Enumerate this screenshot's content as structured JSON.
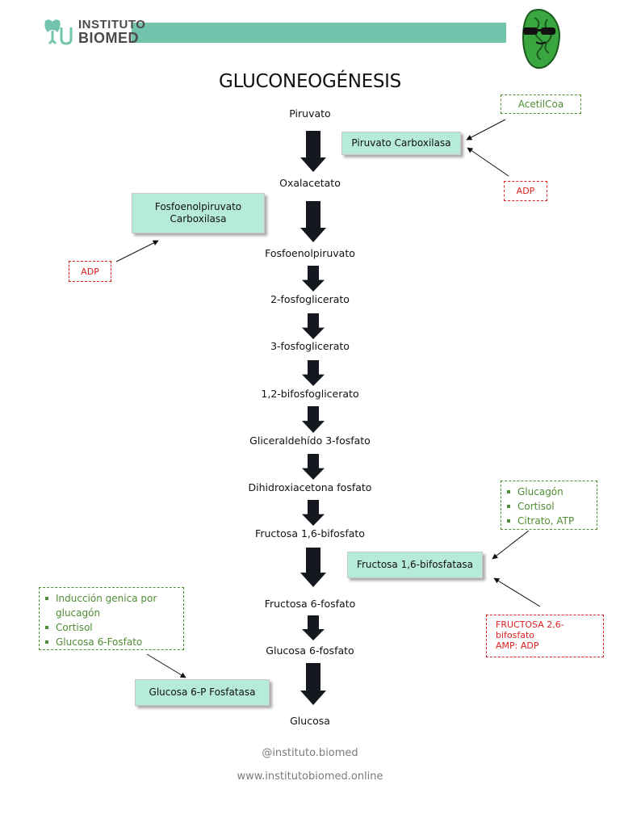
{
  "header": {
    "logo_line1": "INSTITUTO",
    "logo_line2": "BIOMED",
    "bar_color": "#73c4ad"
  },
  "title": "GLUCONEOGÉNESIS",
  "pathway": {
    "metabolites": [
      "Piruvato",
      "Oxalacetato",
      "Fosfoenolpiruvato",
      "2-fosfoglicerato",
      "3-fosfoglicerato",
      "1,2-bifosfoglicerato",
      "Gliceraldehído 3-fosfato",
      "Dihidroxiacetona fosfato",
      "Fructosa 1,6-bifosfato",
      "Fructosa 6-fosfato",
      "Glucosa 6-fosfato",
      "Glucosa"
    ]
  },
  "enzymes": {
    "piruvato_carboxilasa": "Piruvato Carboxilasa",
    "pepck_line1": "Fosfoenolpiruvato",
    "pepck_line2": "Carboxilasa",
    "fbpase": "Fructosa 1,6-bifosfatasa",
    "g6pase": "Glucosa 6-P Fosfatasa"
  },
  "regulators": {
    "acetilcoa": "AcetilCoa",
    "adp_pc": "ADP",
    "adp_pepck": "ADP",
    "fbpase_activators": [
      "Glucagón",
      "Cortisol",
      "Citrato, ATP"
    ],
    "fbpase_inhibitor_line1": "FRUCTOSA 2,6-",
    "fbpase_inhibitor_line2": "bifosfato",
    "fbpase_inhibitor_line3": "AMP: ADP",
    "g6pase_activators": [
      "Inducción genica por glucagón",
      "Cortisol",
      "Glucosa 6-Fosfato"
    ]
  },
  "colors": {
    "enzyme_fill": "#b6eada",
    "activator": "#4f8c33",
    "inhibitor": "#e02020",
    "arrow": "#15181e"
  },
  "footer": {
    "handle": "@instituto.biomed",
    "website": "www.institutobiomed.online"
  }
}
